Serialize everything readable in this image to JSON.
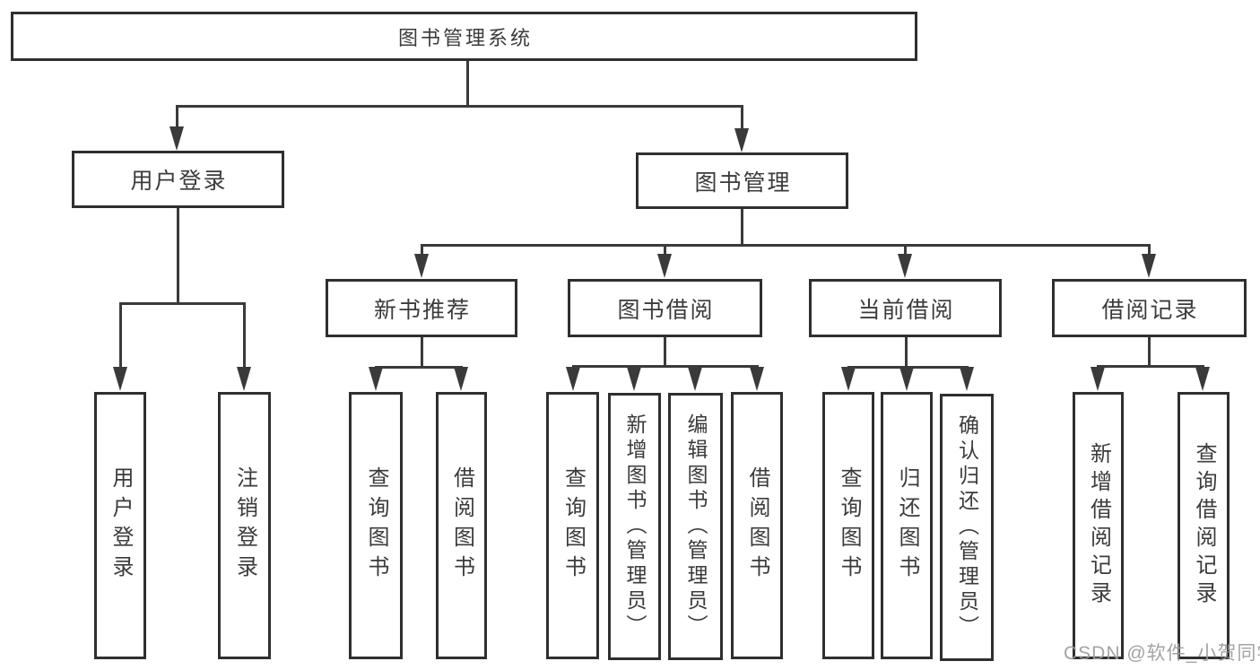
{
  "diagram": {
    "title": "图书管理系统",
    "tree": {
      "root": "图书管理系统",
      "branches": [
        {
          "label": "用户登录",
          "children": [
            "用户登录",
            "注销登录"
          ]
        },
        {
          "label": "图书管理",
          "groups": [
            {
              "label": "新书推荐",
              "children": [
                "查询图书",
                "借阅图书"
              ]
            },
            {
              "label": "图书借阅",
              "children": [
                "查询图书",
                "新增图书（管理员）",
                "编辑图书（管理员）",
                "借阅图书"
              ]
            },
            {
              "label": "当前借阅",
              "children": [
                "查询图书",
                "归还图书",
                "确认归还（管理员）"
              ]
            },
            {
              "label": "借阅记录",
              "children": [
                "新增借阅记录",
                "查询借阅记录"
              ]
            }
          ]
        }
      ]
    },
    "colors": {
      "line": "#3a3a3a",
      "border": "#2f2f2f",
      "text": "#3b3b3b",
      "background": "#ffffff",
      "watermark": "#9b9b9b"
    }
  },
  "watermark": "CSDN @软件_小贺同学"
}
